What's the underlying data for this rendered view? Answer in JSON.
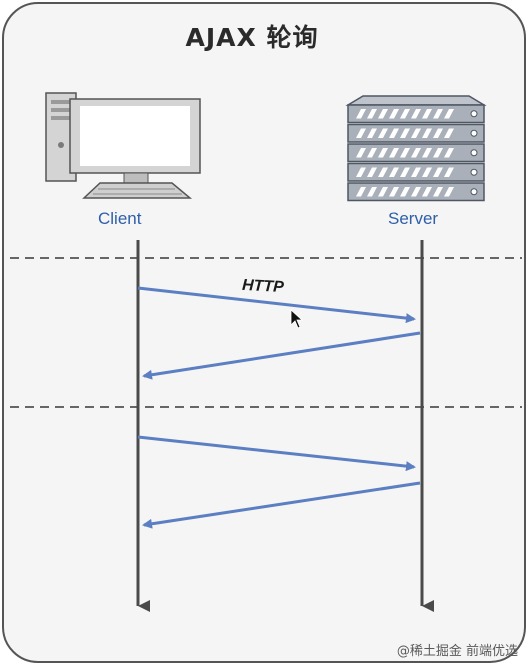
{
  "title": "AJAX 轮询",
  "nodes": {
    "client": {
      "label": "Client",
      "icon": "computer-icon"
    },
    "server": {
      "label": "Server",
      "icon": "server-rack-icon"
    }
  },
  "messages": [
    {
      "from": "client",
      "to": "server",
      "label": "HTTP",
      "cycle": 1
    },
    {
      "from": "server",
      "to": "client",
      "label": "",
      "cycle": 1
    },
    {
      "from": "client",
      "to": "server",
      "label": "",
      "cycle": 2
    },
    {
      "from": "server",
      "to": "client",
      "label": "",
      "cycle": 2
    }
  ],
  "watermark": "@稀土掘金 前端优选",
  "colors": {
    "arrow": "#5b7fc2",
    "lifeline": "#4a4a4a",
    "label": "#2f5fa8",
    "frame_bg": "#f5f5f5",
    "divider": "#666666"
  }
}
